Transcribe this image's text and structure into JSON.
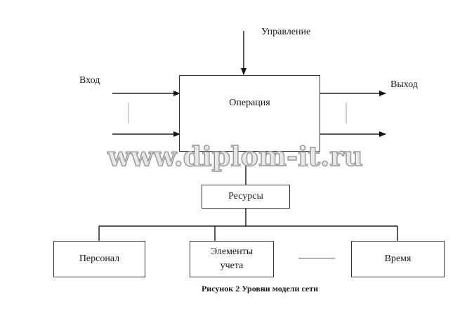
{
  "diagram": {
    "control_label": "Управление",
    "input_label": "Вход",
    "output_label": "Выход",
    "operation_label": "Операция",
    "resources_label": "Ресурсы",
    "children": [
      {
        "label": "Персонал"
      },
      {
        "label": "Элементы учета"
      },
      {
        "label": "Время"
      }
    ],
    "caption": "Рисунок 2 Уровни модели сети",
    "watermark": "www.diplom-it.ru"
  }
}
